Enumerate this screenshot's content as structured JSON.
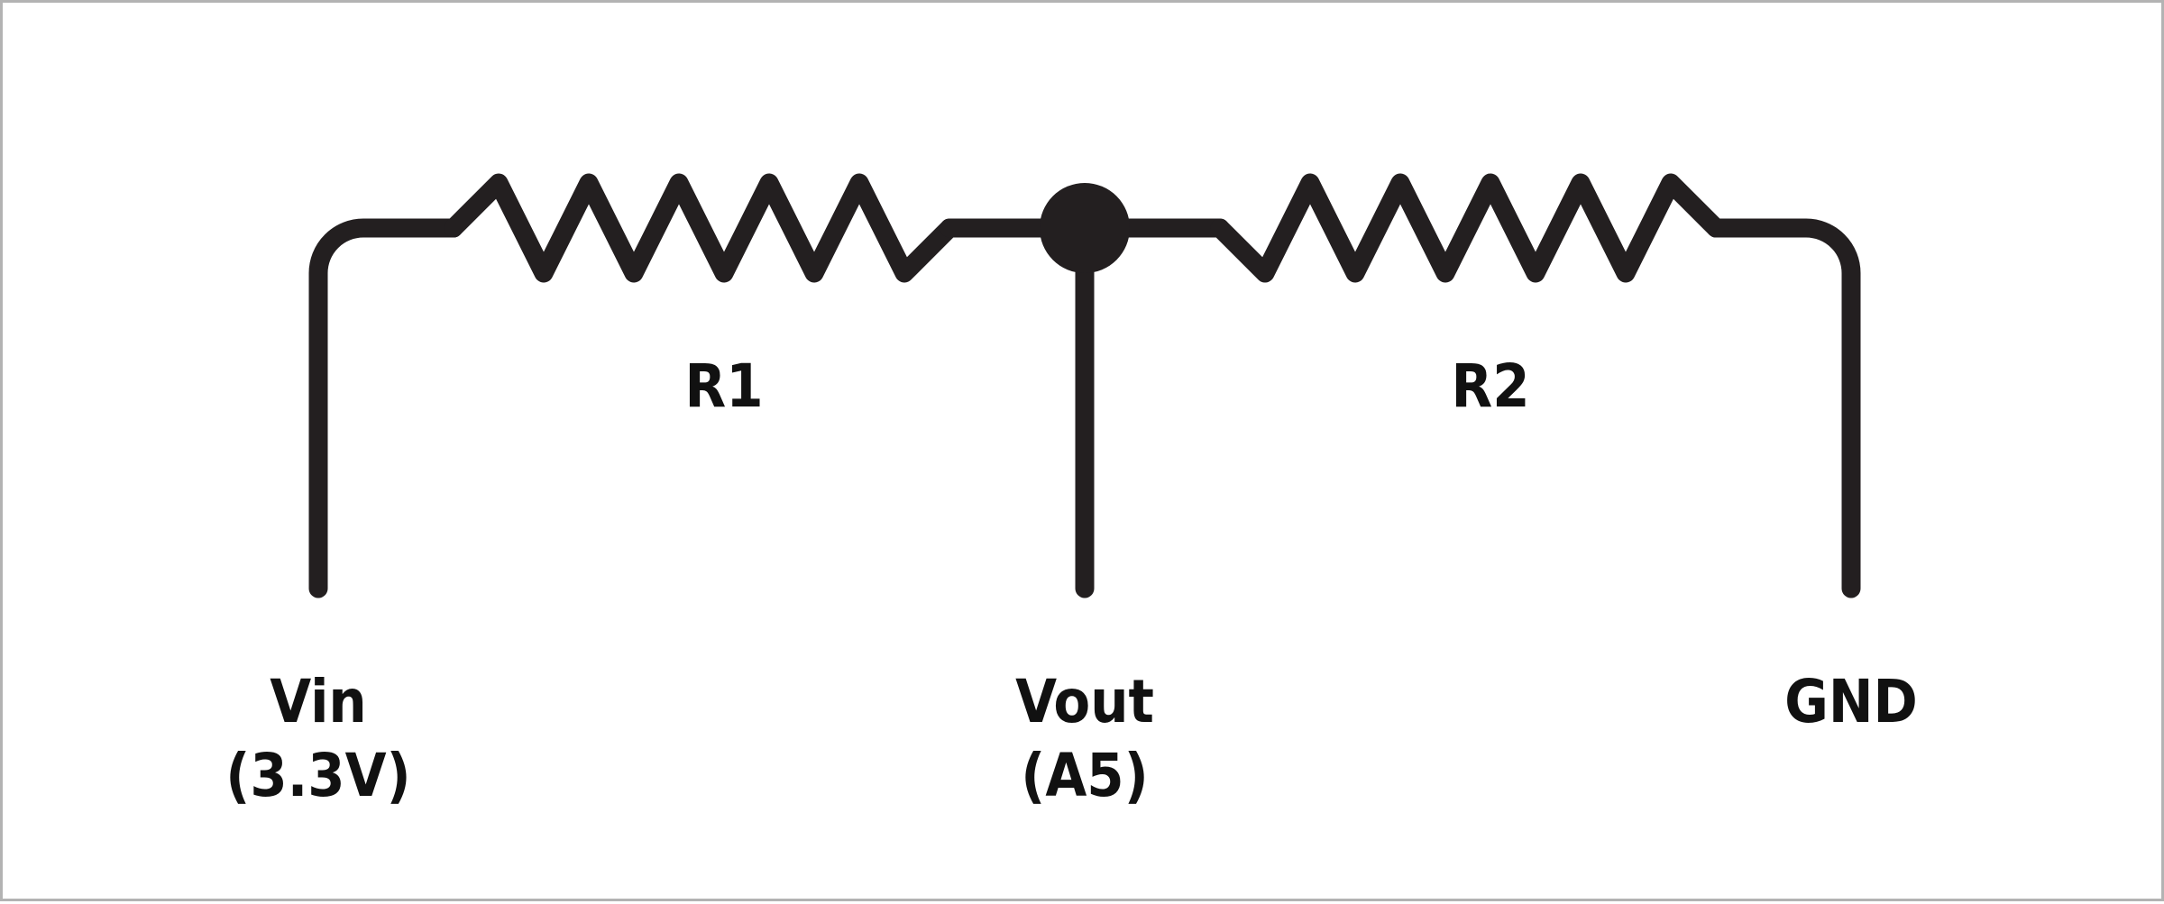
{
  "diagram": {
    "resistors": [
      {
        "id": "r1",
        "label": "R1"
      },
      {
        "id": "r2",
        "label": "R2"
      }
    ],
    "terminals": [
      {
        "id": "vin",
        "lines": [
          "Vin",
          "(3.3V)"
        ]
      },
      {
        "id": "vout",
        "lines": [
          "Vout",
          "(A5)"
        ]
      },
      {
        "id": "gnd",
        "lines": [
          "GND"
        ]
      }
    ],
    "colors": {
      "wire": "#231f20",
      "background": "#ffffff",
      "border": "#b3b3b3"
    }
  }
}
